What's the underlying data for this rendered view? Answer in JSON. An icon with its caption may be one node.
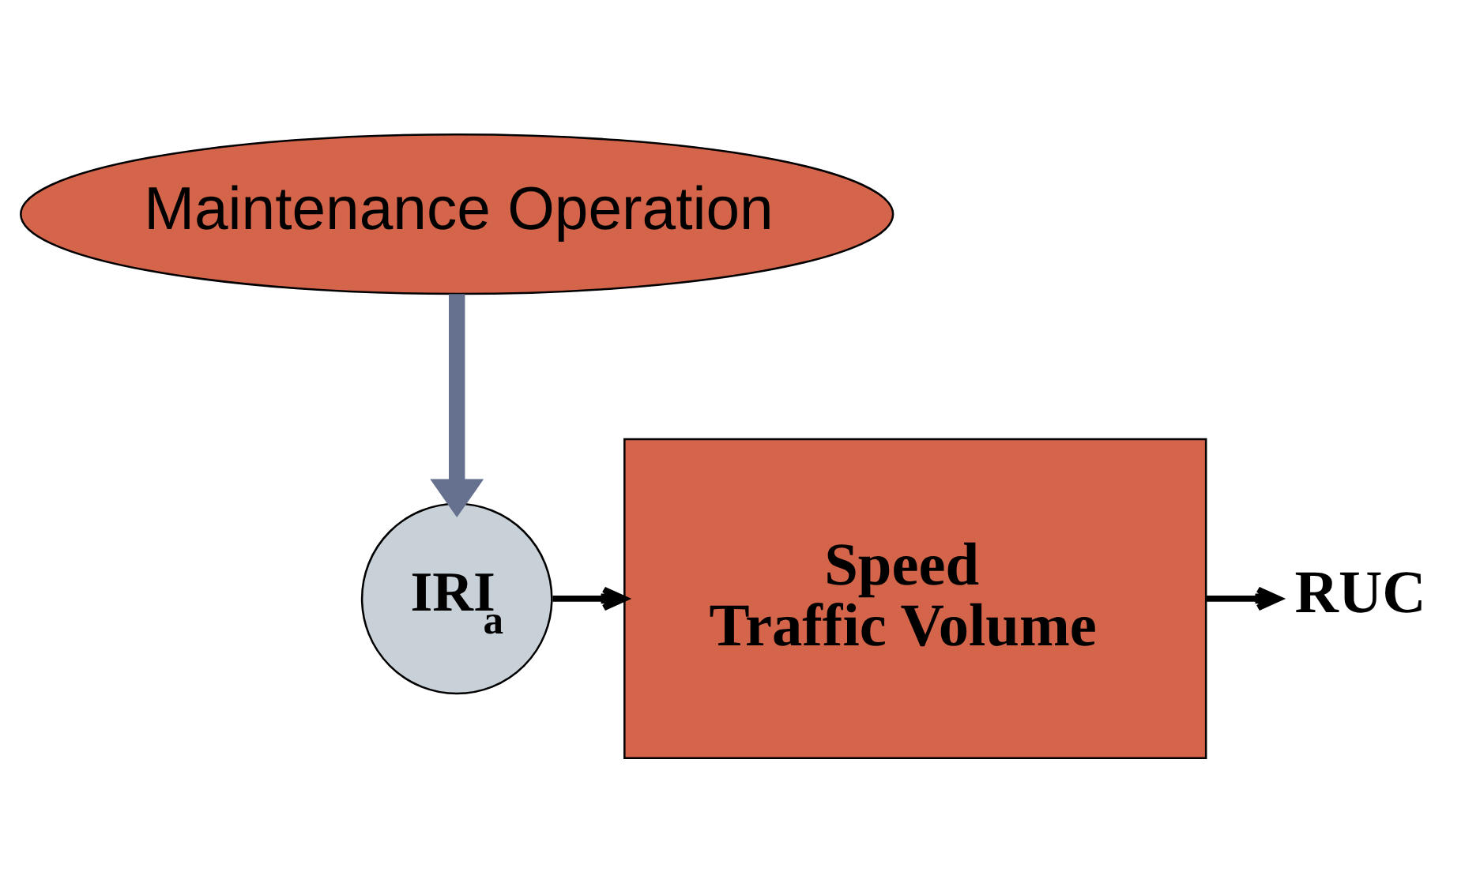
{
  "diagram": {
    "nodes": [
      {
        "text": [
          "Maintenance Operation"
        ]
      },
      {
        "text": [
          "IRI$_{a}$"
        ]
      },
      {
        "text": [
          "Speed",
          "Traffic Volume"
        ]
      },
      {
        "text": [
          "RUC"
        ]
      }
    ],
    "edges": [
      {
        "from": 0,
        "to": 1,
        "arrow": "to",
        "style": "thick",
        "color": "#66708f"
      },
      {
        "from": 1,
        "to": 2,
        "arrow": "to"
      },
      {
        "from": 2,
        "to": 3,
        "arrow": "to"
      }
    ]
  }
}
